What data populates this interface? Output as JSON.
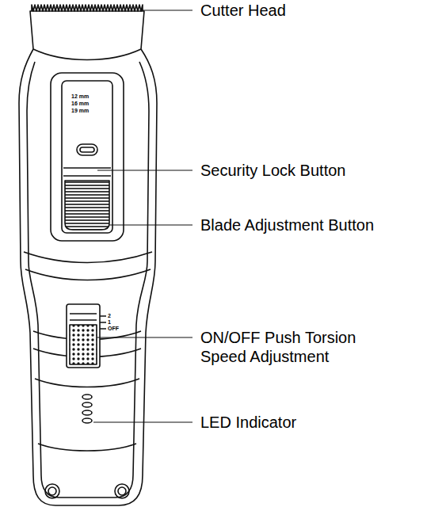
{
  "diagram": {
    "labels": [
      "Cutter Head",
      "Security Lock Button",
      "Blade Adjustment Button",
      "ON/OFF Push Torsion Speed Adjustment",
      "LED Indicator",
      "12 mm",
      "16 mm",
      "19 mm",
      "2",
      "1",
      "OFF"
    ]
  }
}
